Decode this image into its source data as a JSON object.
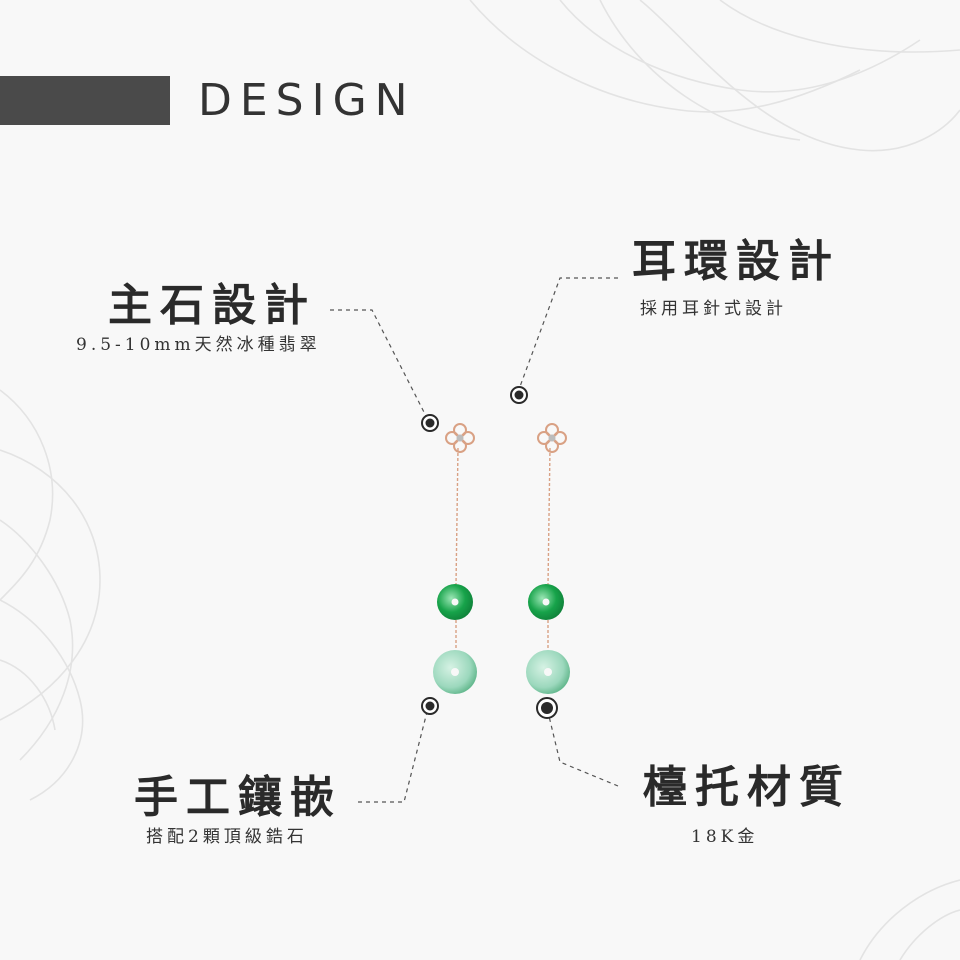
{
  "header": {
    "title": "DESIGN"
  },
  "features": [
    {
      "title": "主石設計",
      "subtitle": "9.5-10mm天然冰種翡翠"
    },
    {
      "title": "耳環設計",
      "subtitle": "採用耳針式設計"
    },
    {
      "title": "手工鑲嵌",
      "subtitle": "搭配2顆頂級鋯石"
    },
    {
      "title": "檯托材質",
      "subtitle": "18K金"
    }
  ],
  "colors": {
    "header_bar": "#4a4a4a",
    "rose_gold": "#d9a184",
    "jade_dark": "#17a34a",
    "jade_light": "#9cd8bd",
    "marker": "#2a2a2a"
  },
  "icons": [
    "callout-marker-icon",
    "flower-outline-icon"
  ]
}
